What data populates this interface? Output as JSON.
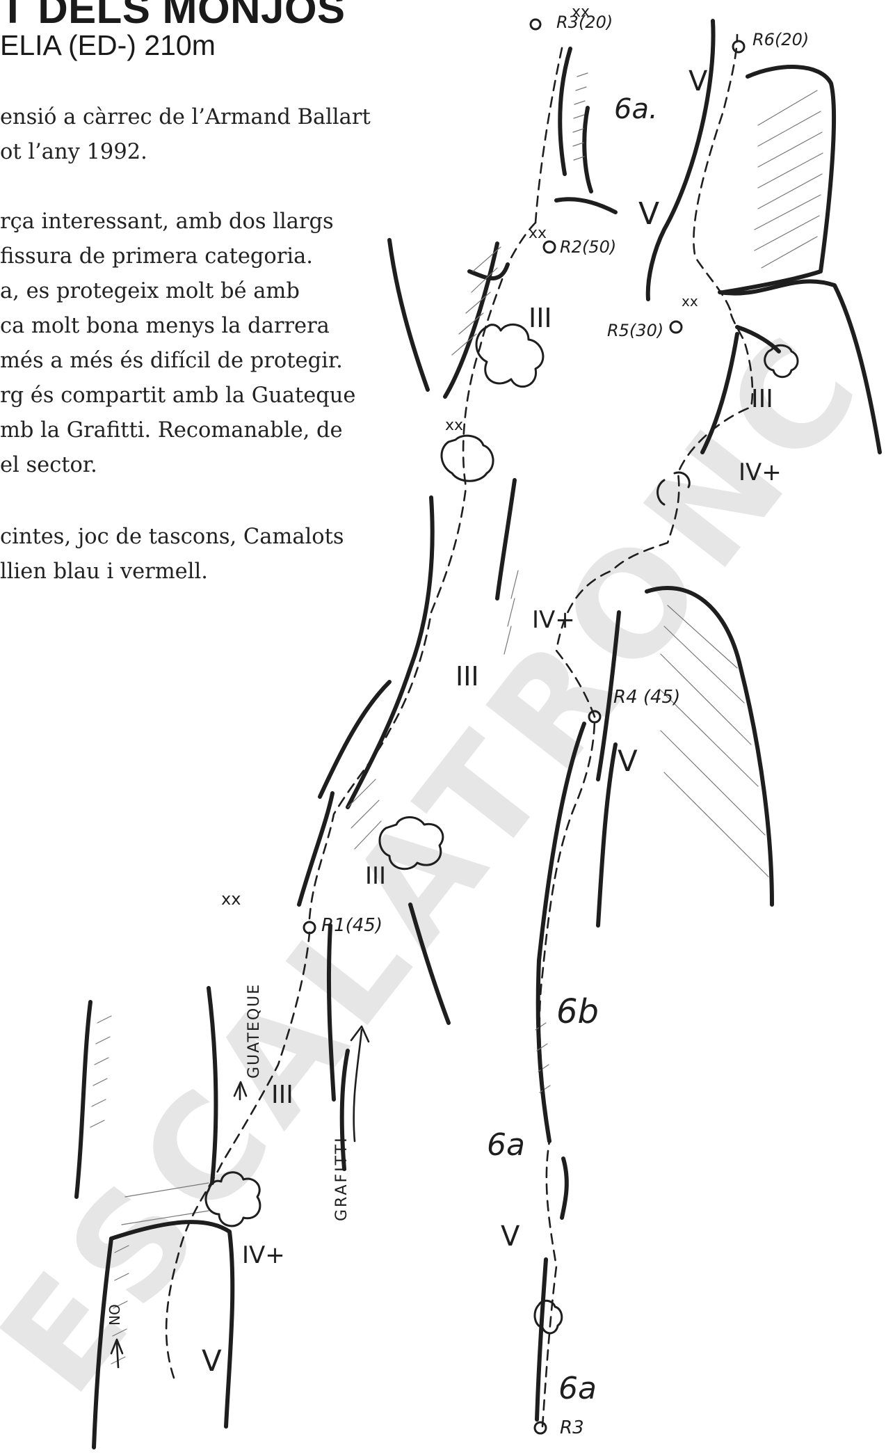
{
  "header": {
    "title": "T DELS MONJOS",
    "subtitle": "ELIA (ED-) 210m"
  },
  "description": {
    "paragraph1": [
      "ensió a càrrec de l’Armand Ballart",
      "ot l’any 1992."
    ],
    "paragraph2": [
      "rça interessant, amb dos llargs",
      "fissura de primera categoria.",
      "a, es protegeix molt bé amb",
      "ca molt bona menys la darrera",
      "més a més és difícil de protegir.",
      "rg és compartit amb la Guateque",
      "mb la Grafitti. Recomanable, de",
      "el sector."
    ],
    "paragraph3": [
      "cintes, joc de tascons, Camalots",
      "llien blau i vermell."
    ]
  },
  "watermark": "ESCALATRONC",
  "topo": {
    "belays": [
      "R1(45)",
      "R2(50)",
      "R3(20)",
      "R4 (45)",
      "R5(30)",
      "R6(20)",
      "R3"
    ],
    "grades": [
      "6a.",
      "V",
      "V",
      "III",
      "III",
      "IV+",
      "IV+",
      "III",
      "V",
      "III",
      "6b",
      "6a",
      "V",
      "6a",
      "III",
      "IV+",
      "V"
    ],
    "anchors": [
      "xx",
      "xx",
      "xx",
      "xx",
      "xx"
    ],
    "routes": [
      "GUATEQUE",
      "GRAFITTI",
      "NO"
    ]
  }
}
